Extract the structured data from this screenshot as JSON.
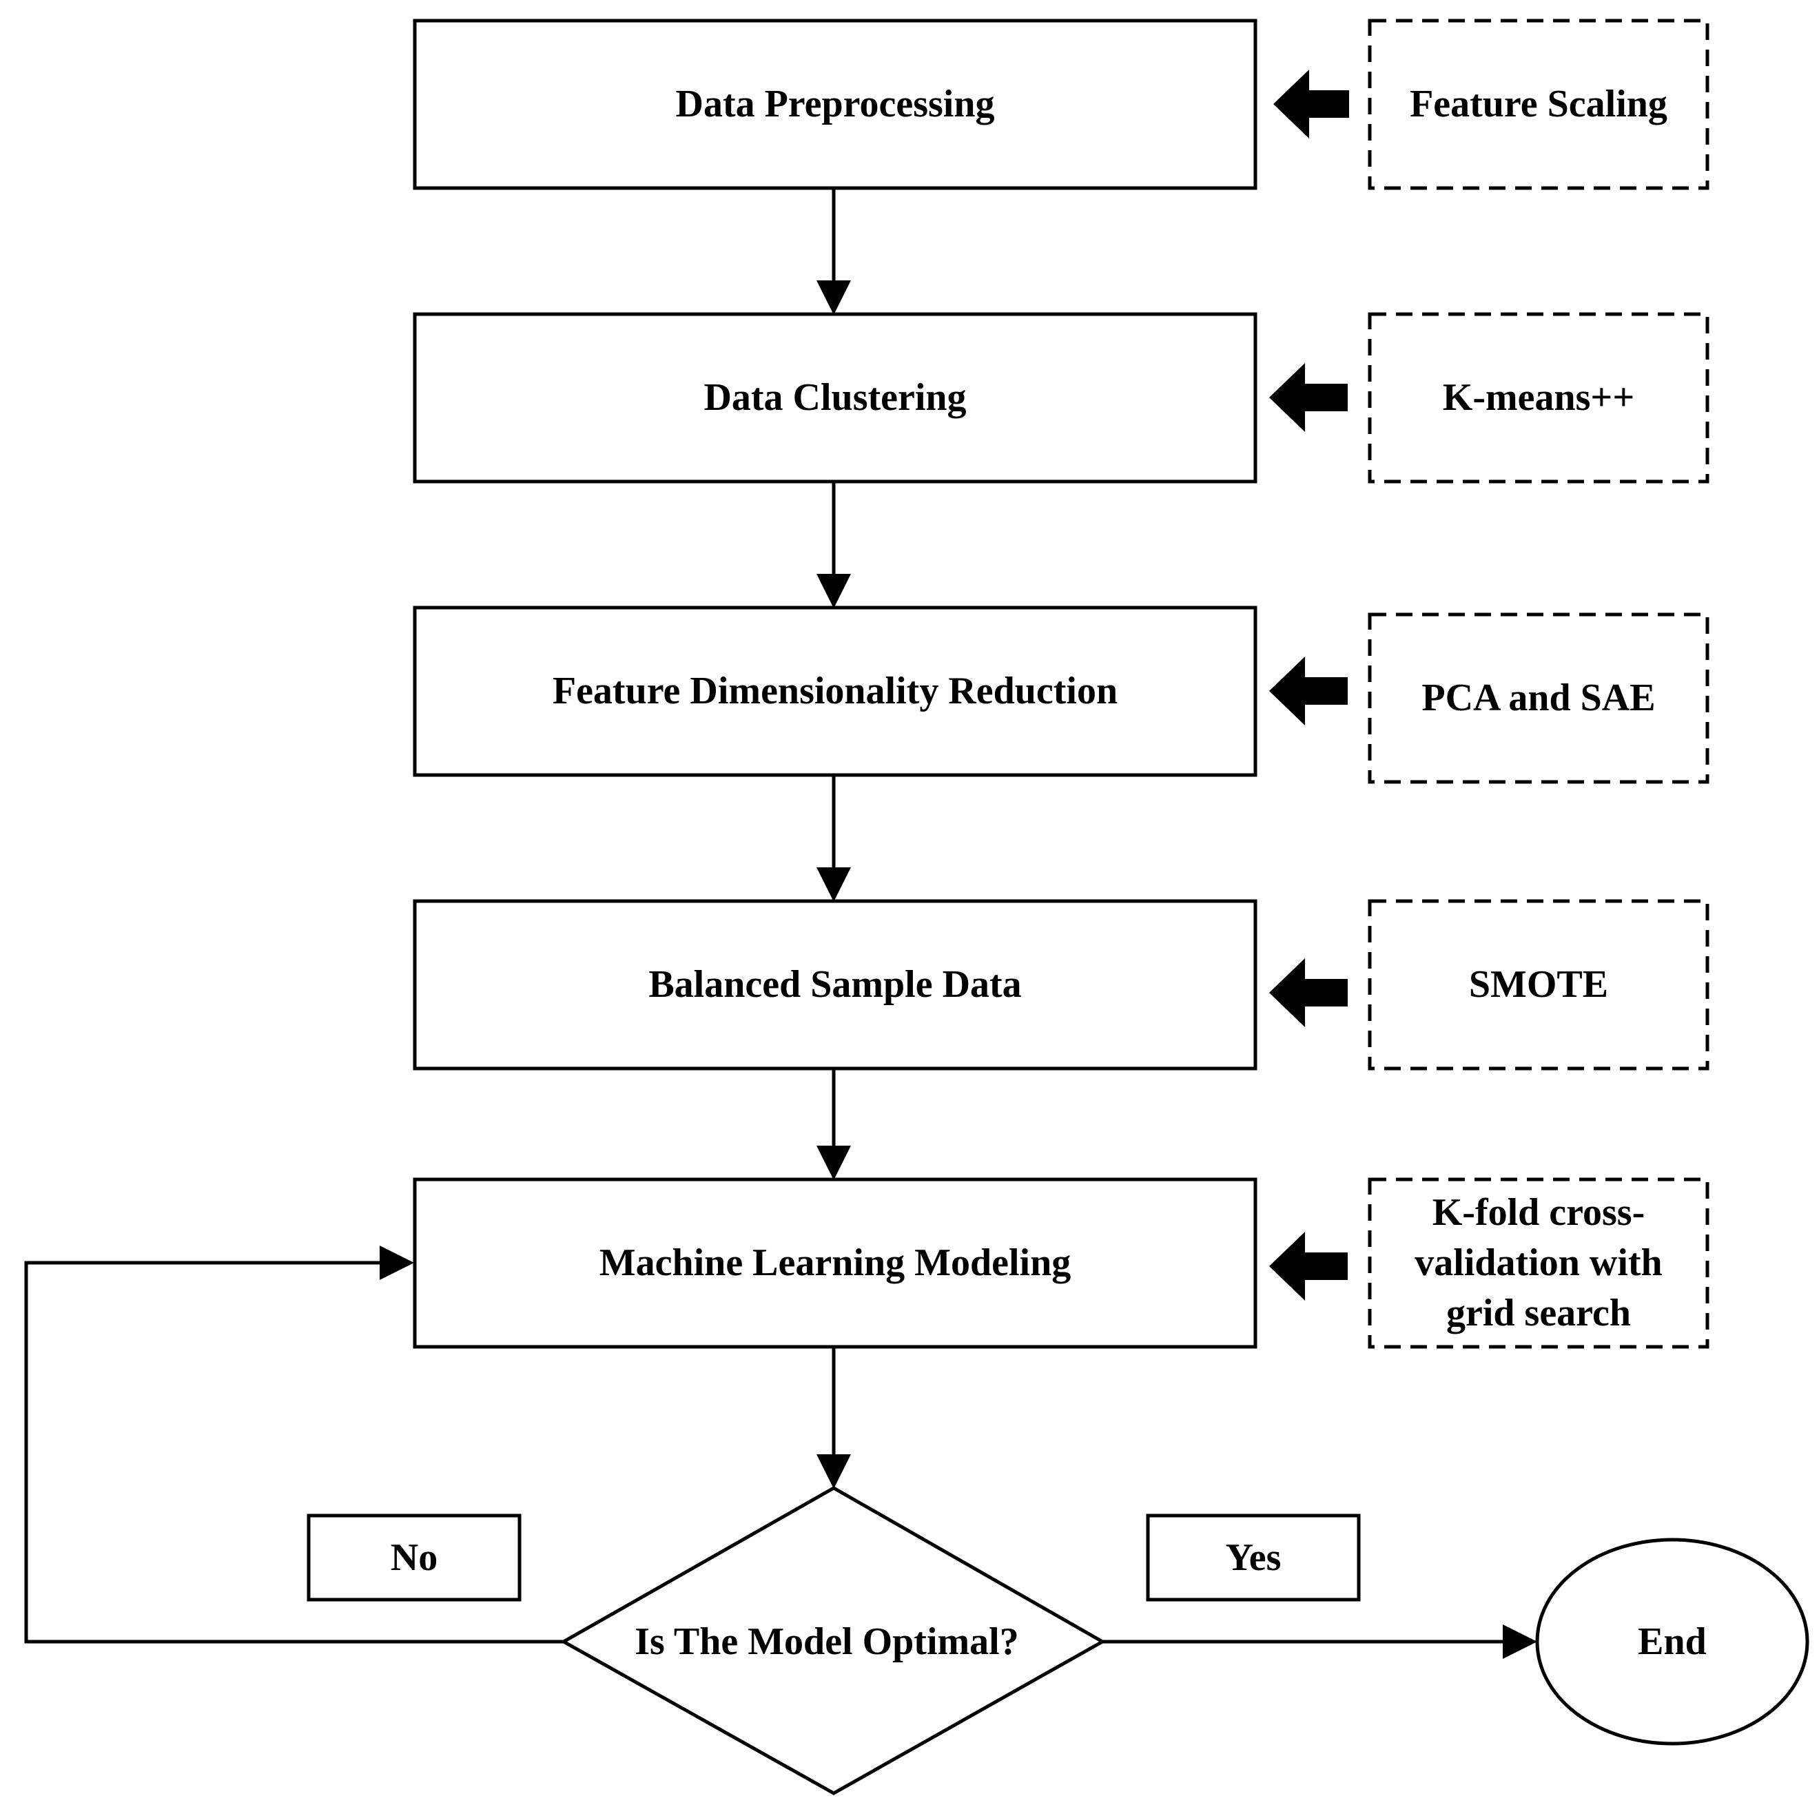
{
  "process_steps": [
    {
      "id": "preprocessing",
      "label": "Data Preprocessing"
    },
    {
      "id": "clustering",
      "label": "Data Clustering"
    },
    {
      "id": "reduction",
      "label": "Feature Dimensionality Reduction"
    },
    {
      "id": "balance",
      "label": "Balanced Sample Data"
    },
    {
      "id": "modeling",
      "label": "Machine Learning Modeling"
    }
  ],
  "methods": [
    {
      "step": "preprocessing",
      "lines": [
        "Feature Scaling"
      ]
    },
    {
      "step": "clustering",
      "lines": [
        "K-means++"
      ]
    },
    {
      "step": "reduction",
      "lines": [
        "PCA and SAE"
      ]
    },
    {
      "step": "balance",
      "lines": [
        "SMOTE"
      ]
    },
    {
      "step": "modeling",
      "lines": [
        "K-fold cross-",
        "validation with",
        "grid search"
      ]
    }
  ],
  "decision": {
    "label": "Is The Model Optimal?"
  },
  "branches": {
    "no": "No",
    "yes": "Yes"
  },
  "terminal": {
    "label": "End"
  },
  "colors": {
    "stroke": "#000000",
    "background": "#ffffff"
  }
}
